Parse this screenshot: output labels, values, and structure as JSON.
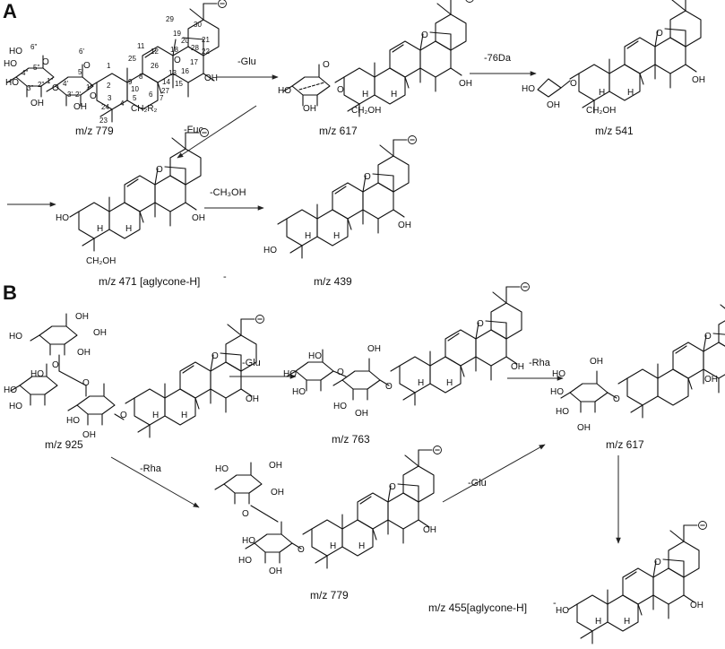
{
  "panels": {
    "a": {
      "label": "A",
      "mz": [
        "m/z 779",
        "m/z 617",
        "m/z 541",
        "m/z 471 [aglycone-H]",
        "m/z 439"
      ],
      "steps": [
        "-Glu",
        "-76Da",
        "-Fuc",
        "-CH₃OH"
      ]
    },
    "b": {
      "label": "B",
      "mz": [
        "m/z 925",
        "m/z 763",
        "m/z 617",
        "m/z 779",
        "m/z 455[aglycone-H]"
      ],
      "steps": [
        "-Glu",
        "-Rha",
        "-Rha",
        "-Glu"
      ]
    }
  },
  "atom_labels": {
    "oh": "OH",
    "ho": "HO",
    "o": "O",
    "h": "H",
    "ch2oh": "CH₂OH",
    "ch2r2": "CH₂R₂",
    "minus": "−",
    "superscript": "-"
  },
  "numbering": {
    "aglycone": [
      "29",
      "30",
      "19",
      "20",
      "21",
      "22",
      "28",
      "18",
      "13",
      "17",
      "16",
      "14",
      "15",
      "27",
      "26",
      "12",
      "11",
      "25",
      "9",
      "8",
      "1",
      "2",
      "3",
      "4",
      "5",
      "6",
      "7",
      "10",
      "24",
      "23"
    ],
    "sugars": [
      "6\"",
      "6'",
      "5\"",
      "4\"",
      "3\"",
      "2\"",
      "1\"",
      "5'",
      "4'",
      "3'",
      "2'",
      "1'"
    ]
  }
}
